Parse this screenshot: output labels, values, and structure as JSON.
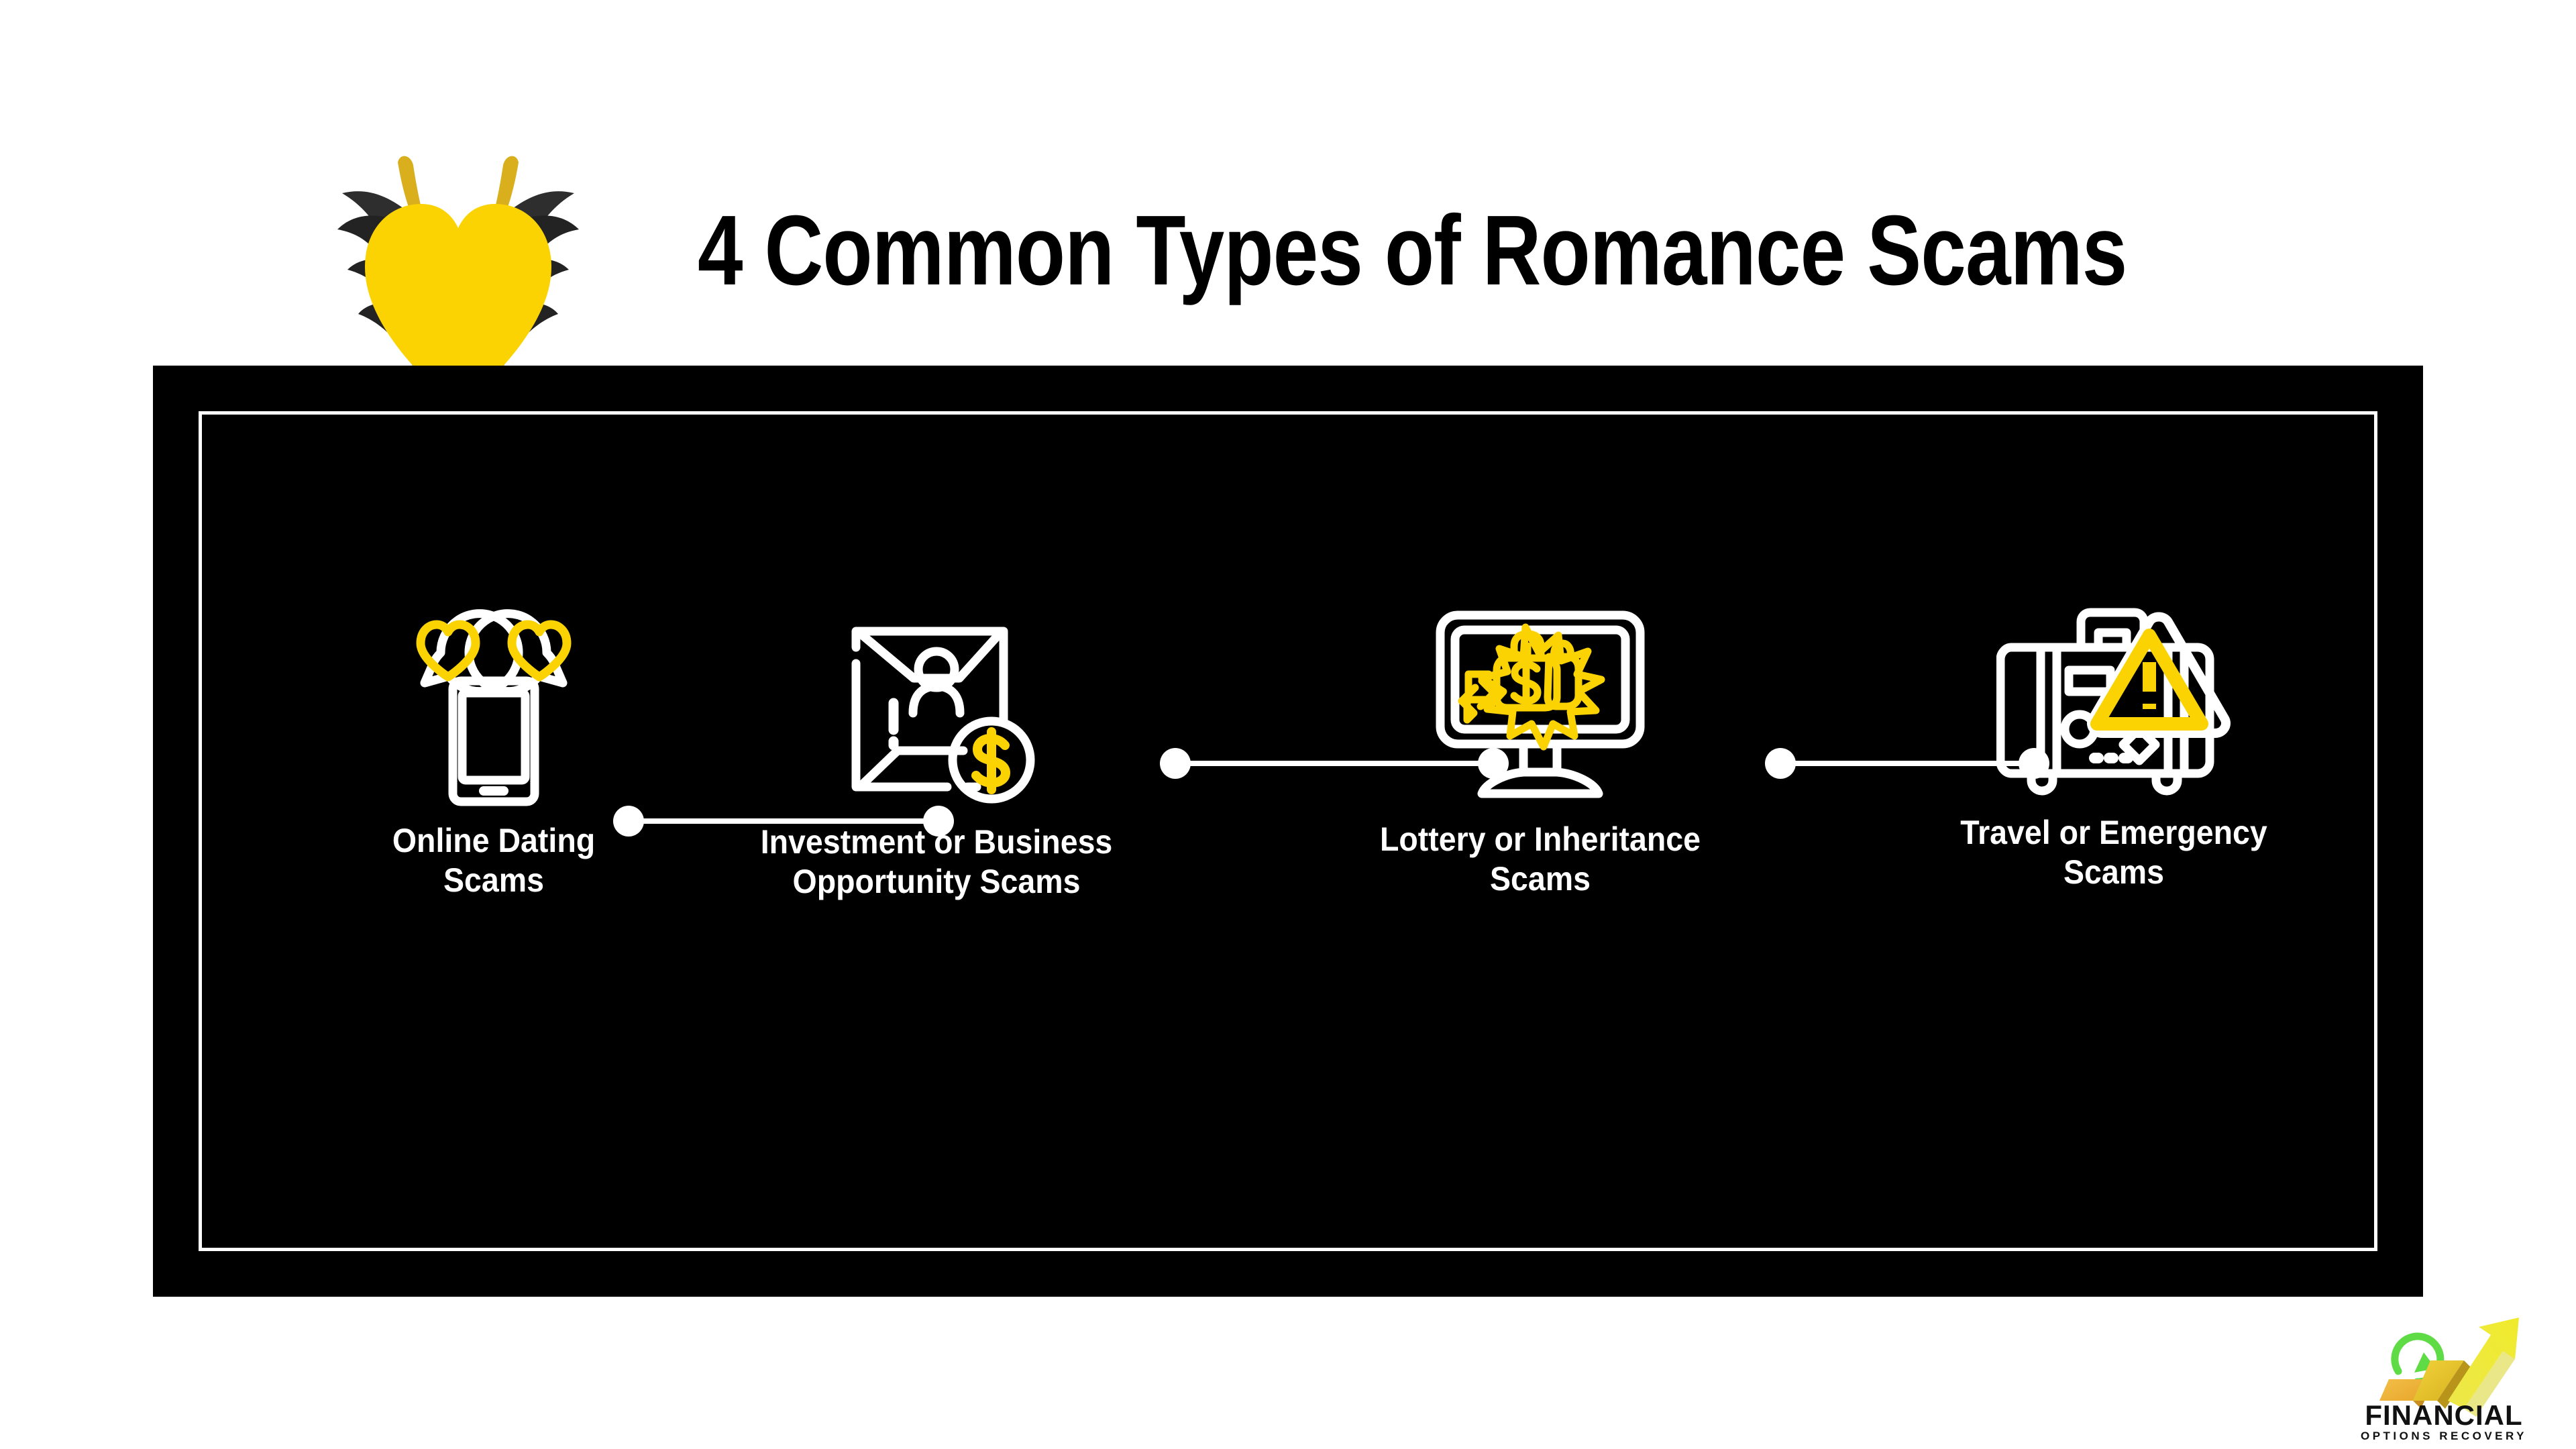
{
  "page": {
    "background_color": "#ffffff",
    "panel_color": "#000000",
    "accent_yellow": "#FBD303",
    "horn_gold": "#D9AF1E",
    "wing_dark": "#232323",
    "text_white": "#ffffff",
    "text_black": "#000000"
  },
  "header": {
    "title": "4 Common Types of Romance Scams",
    "logo_icon": "winged-devil-heart-icon"
  },
  "flow": {
    "nodes": [
      {
        "index": "1",
        "icon": "smartphone-chat-hearts-icon",
        "caption": "Online Dating\nScams",
        "caption_line_1": "Online Dating",
        "caption_line_2": "Scams"
      },
      {
        "index": "2",
        "icon": "envelope-person-dollar-icon",
        "caption": "Investment or Business\nOpportunity Scams",
        "caption_line_1": "Investment or Business",
        "caption_line_2": "Opportunity Scams"
      },
      {
        "index": "3",
        "icon": "monitor-prize-money-bag-icon",
        "caption": "Lottery or Inheritance\nScams",
        "caption_line_1": "Lottery or Inheritance",
        "caption_line_2": "Scams"
      },
      {
        "index": "4",
        "icon": "suitcase-warning-triangle-icon",
        "caption": "Travel or Emergency\nScams",
        "caption_line_1": "Travel or Emergency",
        "caption_line_2": "Scams"
      }
    ],
    "connectors": [
      {
        "from": "1",
        "to": "2",
        "style": "dot-line-dot"
      },
      {
        "from": "2",
        "to": "3",
        "style": "dot-line-dot"
      },
      {
        "from": "3",
        "to": "4",
        "style": "dot-line-dot"
      }
    ]
  },
  "brand": {
    "name": "FINANCIAL",
    "tagline": "OPTIONS RECOVERY",
    "mark_icon": "growth-arrow-bars-icon",
    "arrow_color": "#EFE42A",
    "bar_color": "#EFB939",
    "recycle_color": "#5EDB45"
  }
}
